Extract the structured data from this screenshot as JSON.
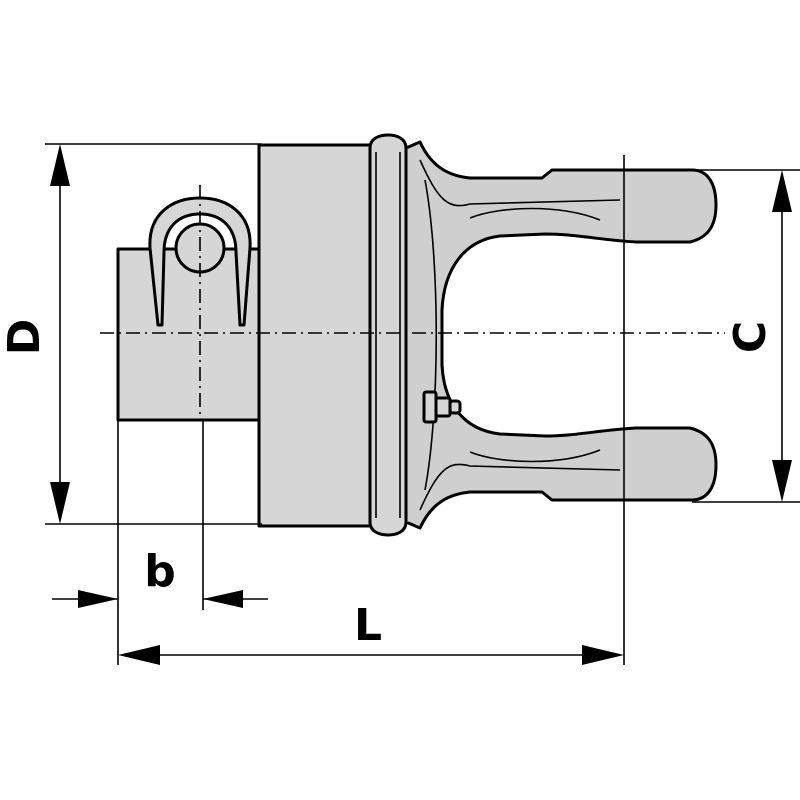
{
  "diagram": {
    "dimension_labels": {
      "D": "D",
      "b": "b",
      "L": "L",
      "C": "C"
    }
  }
}
